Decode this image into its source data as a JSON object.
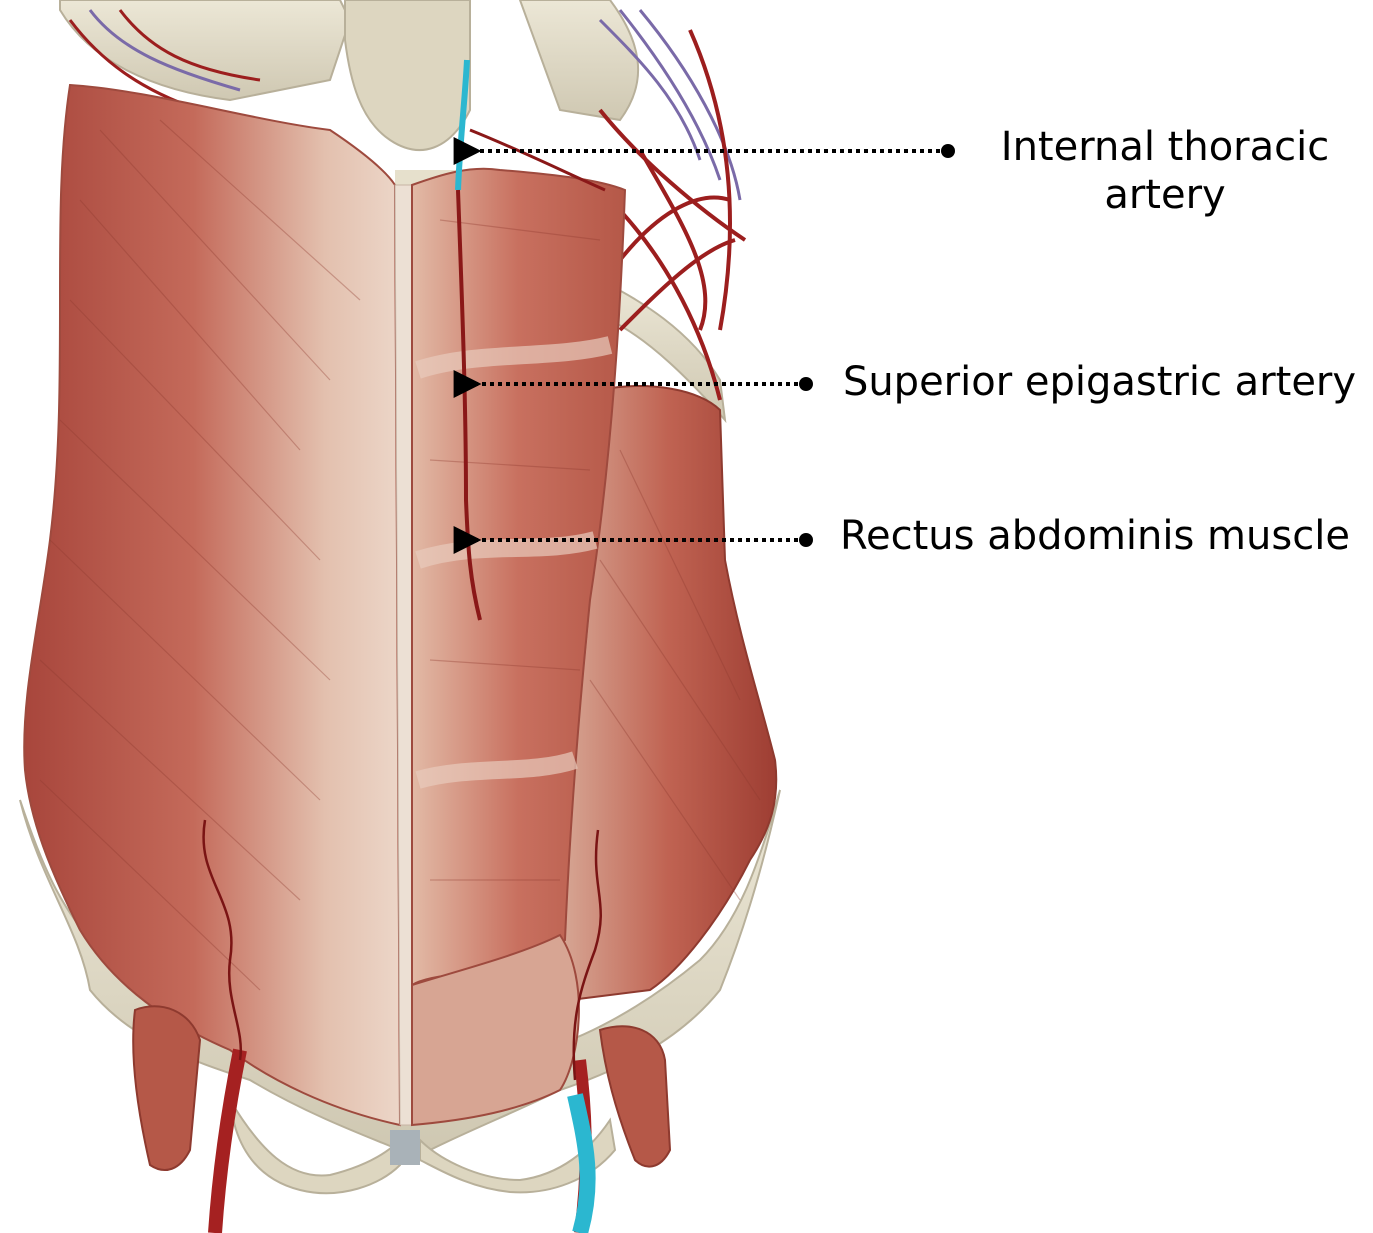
{
  "callouts": [
    {
      "label_lines": [
        "Internal thoracic",
        "artery"
      ]
    },
    {
      "label_lines": [
        "Superior epigastric artery"
      ]
    },
    {
      "label_lines": [
        "Rectus abdominis muscle"
      ]
    }
  ],
  "colors": {
    "muscle": "#b5574a",
    "muscle_light": "#d9ab98",
    "fascia": "#e8d0c2",
    "bone": "#e6e0cc",
    "artery": "#9c1e1e",
    "vein_blue": "#2bb7d0",
    "leader": "#000000"
  }
}
